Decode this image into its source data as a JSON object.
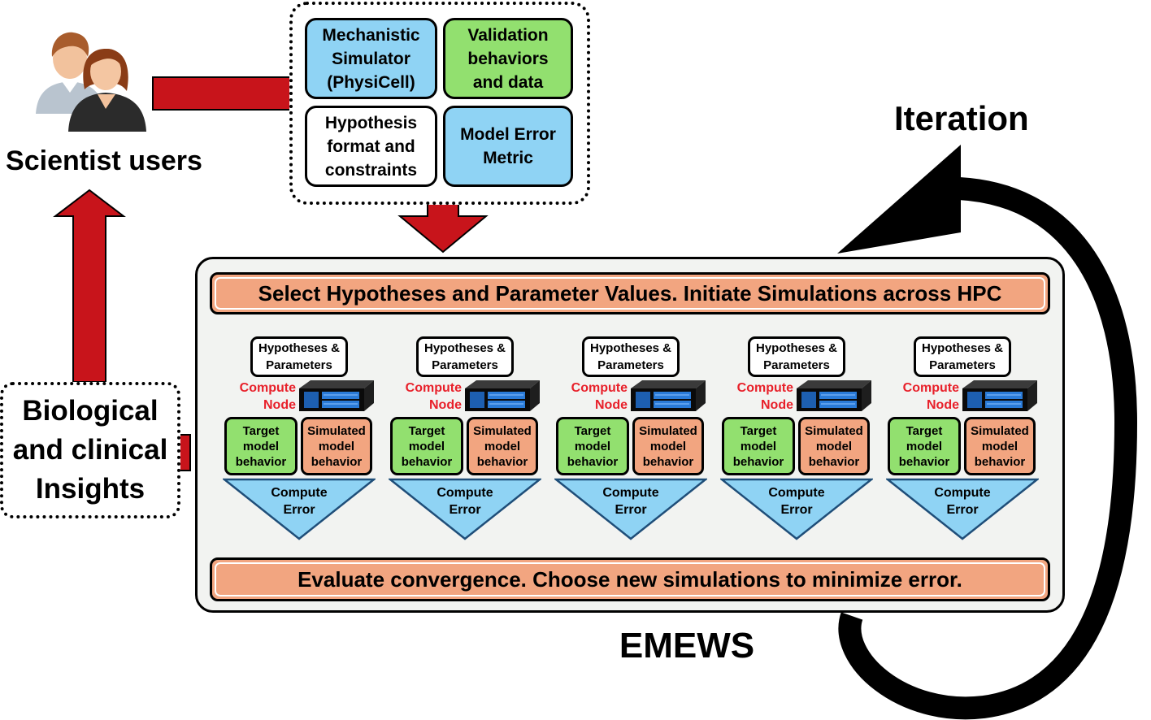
{
  "colors": {
    "red": "#c8141b",
    "blue": "#8fd3f4",
    "green": "#92e06f",
    "salmon": "#f2a580",
    "panel": "#f2f3f1",
    "node_label": "#e8202a"
  },
  "users": {
    "icon": "people-icon",
    "label": "Scientist users"
  },
  "inputs": [
    {
      "label": "Mechanistic Simulator (PhysiCell)",
      "color": "blue"
    },
    {
      "label": "Validation behaviors and data",
      "color": "green"
    },
    {
      "label": "Hypothesis format and constraints",
      "color": "white"
    },
    {
      "label": "Model Error Metric",
      "color": "blue"
    }
  ],
  "insights": {
    "label": "Biological and clinical Insights"
  },
  "iteration": {
    "label": "Iteration"
  },
  "emews": {
    "label": "EMEWS",
    "top_bar": "Select Hypotheses and Parameter Values. Initiate Simulations across HPC",
    "bottom_bar": "Evaluate convergence. Choose new simulations to minimize error.",
    "nodes": [
      {
        "hypotheses": "Hypotheses & Parameters",
        "compute_node": "Compute Node",
        "server_icon": "server-icon",
        "target": "Target model behavior",
        "simulated": "Simulated model behavior",
        "error": "Compute Error"
      },
      {
        "hypotheses": "Hypotheses & Parameters",
        "compute_node": "Compute Node",
        "server_icon": "server-icon",
        "target": "Target model behavior",
        "simulated": "Simulated model behavior",
        "error": "Compute Error"
      },
      {
        "hypotheses": "Hypotheses & Parameters",
        "compute_node": "Compute Node",
        "server_icon": "server-icon",
        "target": "Target model behavior",
        "simulated": "Simulated model behavior",
        "error": "Compute Error"
      },
      {
        "hypotheses": "Hypotheses & Parameters",
        "compute_node": "Compute Node",
        "server_icon": "server-icon",
        "target": "Target model behavior",
        "simulated": "Simulated model behavior",
        "error": "Compute Error"
      },
      {
        "hypotheses": "Hypotheses & Parameters",
        "compute_node": "Compute Node",
        "server_icon": "server-icon",
        "target": "Target model behavior",
        "simulated": "Simulated model behavior",
        "error": "Compute Error"
      }
    ]
  }
}
